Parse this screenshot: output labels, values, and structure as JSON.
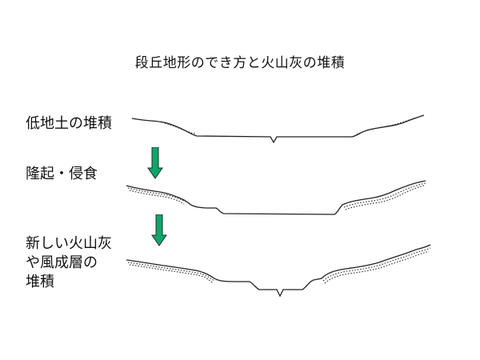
{
  "title": "段丘地形のでき方と火山灰の堆積",
  "stages": [
    {
      "label_lines": [
        "低地土の堆積"
      ]
    },
    {
      "label_lines": [
        "隆起・侵食"
      ]
    },
    {
      "label_lines": [
        "新しい火山灰",
        "や風成層の",
        "堆積"
      ]
    }
  ],
  "colors": {
    "arrow": "#0fa66b",
    "line": "#222222"
  },
  "icons": [
    "arrow-down-icon",
    "arrow-down-icon"
  ]
}
